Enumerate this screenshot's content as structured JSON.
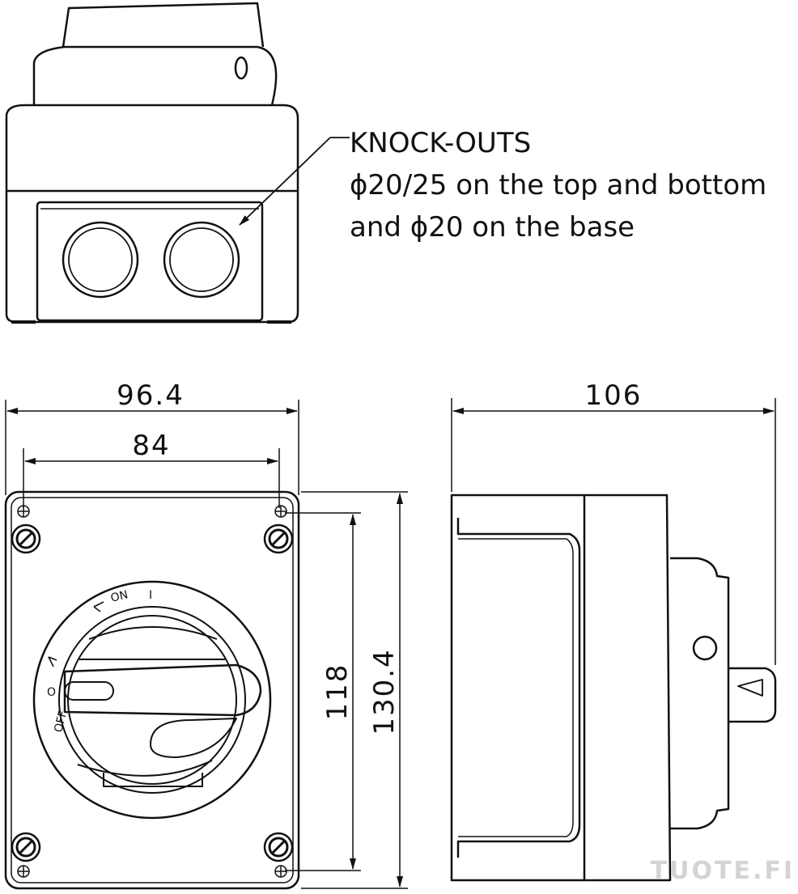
{
  "annotation": {
    "line1": "KNOCK-OUTS",
    "line2": "ϕ20/25 on the top and bottom",
    "line3": "and ϕ20 on the base"
  },
  "dimensions": {
    "overall_width": "96.4",
    "mounting_width": "84",
    "mounting_height": "118",
    "overall_height": "130.4",
    "depth": "106"
  },
  "switch_markings": {
    "on": "ON",
    "on_symbol": "I",
    "off": "OFF",
    "off_symbol": "O"
  },
  "watermark": "TUOTE.FI",
  "colors": {
    "line": "#111111",
    "background": "#ffffff",
    "watermark": "#d4d4d4"
  }
}
